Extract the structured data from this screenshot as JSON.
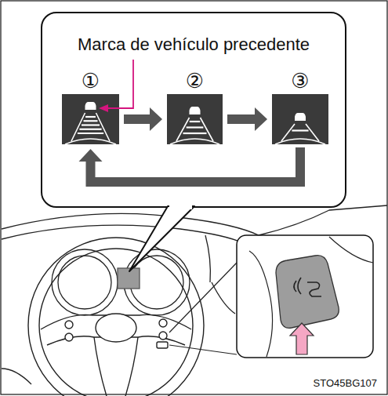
{
  "diagram": {
    "nodes": [
      {
        "text": [
          "Marca de vehículo precedente"
        ]
      },
      {
        "text": [
          "①"
        ],
        "in": 0
      },
      {
        "text": [
          "②"
        ],
        "in": 0
      },
      {
        "text": [
          "③"
        ],
        "in": 0
      }
    ],
    "edges": [
      {
        "from": 1,
        "to": 2,
        "arrow": "to"
      },
      {
        "from": 2,
        "to": 3,
        "arrow": "to"
      },
      {
        "from": 3,
        "to": 1,
        "arrow": "to"
      }
    ],
    "labels": [
      "STO45BG107"
    ]
  }
}
